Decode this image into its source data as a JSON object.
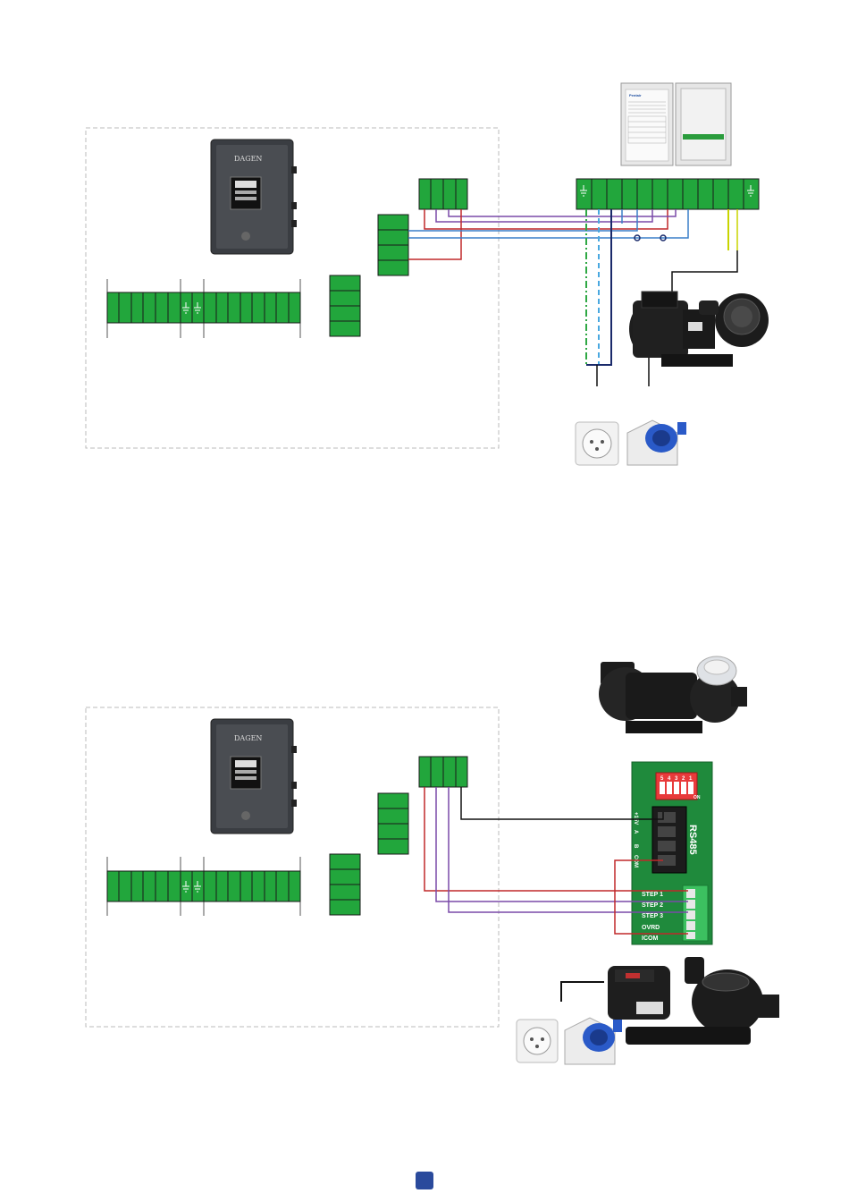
{
  "colors": {
    "terminal_green": "#22a63c",
    "wire_red": "#c0282a",
    "wire_purple": "#7a4aa8",
    "wire_blue": "#3a7fc8",
    "wire_black": "#111111",
    "earth_green": "#2fa844",
    "earth_dashed_blue": "#4aa8e0",
    "yellow_green": "#c8d400",
    "page_marker": "#2a4a9c",
    "frame_dash": "#bbbbbb"
  },
  "diagram1": {
    "controller_brand": "DAGEN",
    "pump_label": "Pentair",
    "icons": [
      "controller-unit",
      "pump-control-box",
      "variable-speed-pump",
      "wall-socket",
      "industrial-socket"
    ]
  },
  "diagram2": {
    "controller_brand": "DAGEN",
    "rs485_label": "RS485",
    "rs485_pins": [
      "+15V",
      "A",
      "B",
      "COM"
    ],
    "step_labels": [
      "STEP 1",
      "STEP 2",
      "STEP 3",
      "OVRD",
      "ICOM"
    ],
    "dip_on_label": "ON",
    "dip_numbers": [
      "1",
      "2",
      "3",
      "4",
      "5"
    ],
    "icons": [
      "pump-top",
      "rs485-interface-board",
      "variable-speed-pump",
      "wall-socket",
      "industrial-socket"
    ]
  }
}
